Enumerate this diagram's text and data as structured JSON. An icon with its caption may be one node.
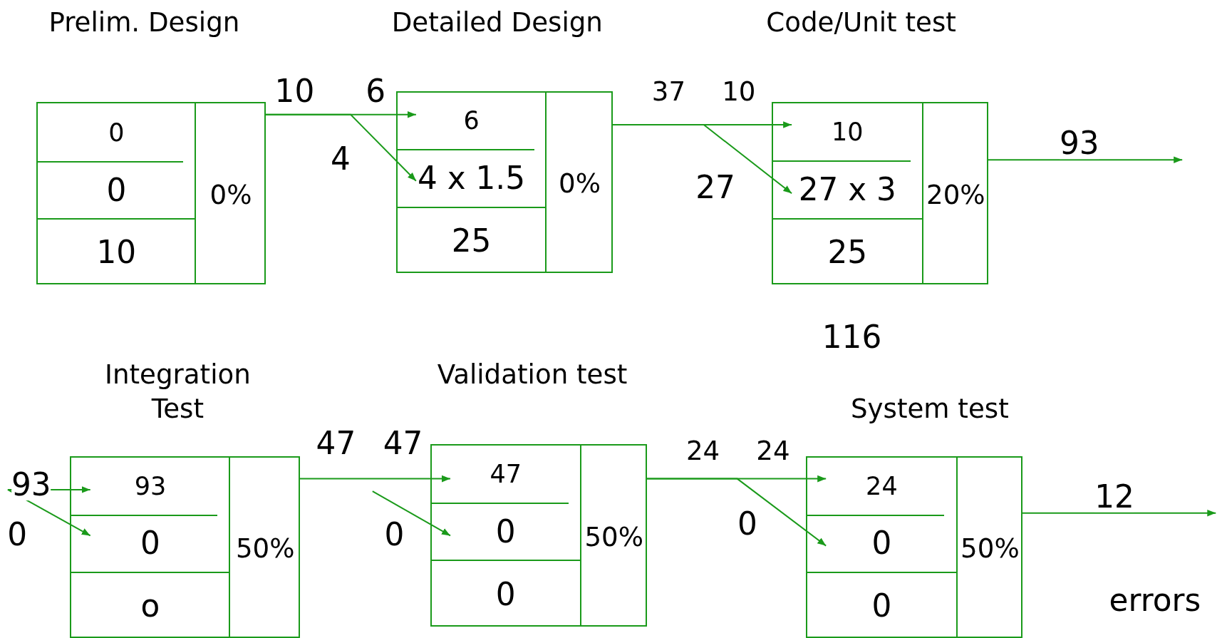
{
  "diagram": {
    "nodes": [
      {
        "text": [
          "Prelim. Design"
        ]
      },
      {
        "text": [
          "0"
        ],
        "in": 0
      },
      {
        "text": [
          "0"
        ],
        "in": 0
      },
      {
        "text": [
          "10"
        ],
        "in": 0
      },
      {
        "text": [
          "0%"
        ],
        "in": 0
      },
      {
        "text": [
          "Detailed Design"
        ]
      },
      {
        "text": [
          "6"
        ],
        "in": 5
      },
      {
        "text": [
          "4 x 1.5"
        ],
        "in": 5
      },
      {
        "text": [
          "25"
        ],
        "in": 5
      },
      {
        "text": [
          "0%"
        ],
        "in": 5
      },
      {
        "text": [
          "Code/Unit test"
        ]
      },
      {
        "text": [
          "10"
        ],
        "in": 10
      },
      {
        "text": [
          "27 x 3"
        ],
        "in": 10
      },
      {
        "text": [
          "25"
        ],
        "in": 10
      },
      {
        "text": [
          "20%"
        ],
        "in": 10
      },
      {
        "text": [
          "Integration Test"
        ]
      },
      {
        "text": [
          "93"
        ],
        "in": 15
      },
      {
        "text": [
          "0"
        ],
        "in": 15
      },
      {
        "text": [
          "o"
        ],
        "in": 15
      },
      {
        "text": [
          "50%"
        ],
        "in": 15
      },
      {
        "text": [
          "Validation test"
        ]
      },
      {
        "text": [
          "47"
        ],
        "in": 20
      },
      {
        "text": [
          "0"
        ],
        "in": 20
      },
      {
        "text": [
          "0"
        ],
        "in": 20
      },
      {
        "text": [
          "50%"
        ],
        "in": 20
      },
      {
        "text": [
          "System test"
        ]
      },
      {
        "text": [
          "24"
        ],
        "in": 25
      },
      {
        "text": [
          "0"
        ],
        "in": 25
      },
      {
        "text": [
          "0"
        ],
        "in": 25
      },
      {
        "text": [
          "50%"
        ],
        "in": 25
      }
    ],
    "edges": [
      {
        "from": 0,
        "to": 6,
        "arrow": "to",
        "label": "6"
      },
      {
        "from": 0,
        "to": 7,
        "arrow": "to",
        "label": "4"
      },
      {
        "from": 5,
        "to": 11,
        "arrow": "to",
        "label": "10"
      },
      {
        "from": 5,
        "to": 12,
        "arrow": "to",
        "label": "27"
      },
      {
        "from": 10,
        "to": null,
        "arrow": "to",
        "label": "93"
      },
      {
        "from": null,
        "to": 16,
        "arrow": "to",
        "label": "93"
      },
      {
        "from": null,
        "to": 17,
        "arrow": "to",
        "label": "0"
      },
      {
        "from": 15,
        "to": 21,
        "arrow": "to",
        "label": "47"
      },
      {
        "from": null,
        "to": 22,
        "arrow": "to",
        "label": "0"
      },
      {
        "from": 20,
        "to": 26,
        "arrow": "to",
        "label": "24"
      },
      {
        "from": 20,
        "to": 27,
        "arrow": "to",
        "label": "0"
      },
      {
        "from": 25,
        "to": null,
        "arrow": "to",
        "label": "12"
      }
    ],
    "labels": [
      "10",
      "37",
      "116",
      "47",
      "24",
      "errors"
    ]
  }
}
